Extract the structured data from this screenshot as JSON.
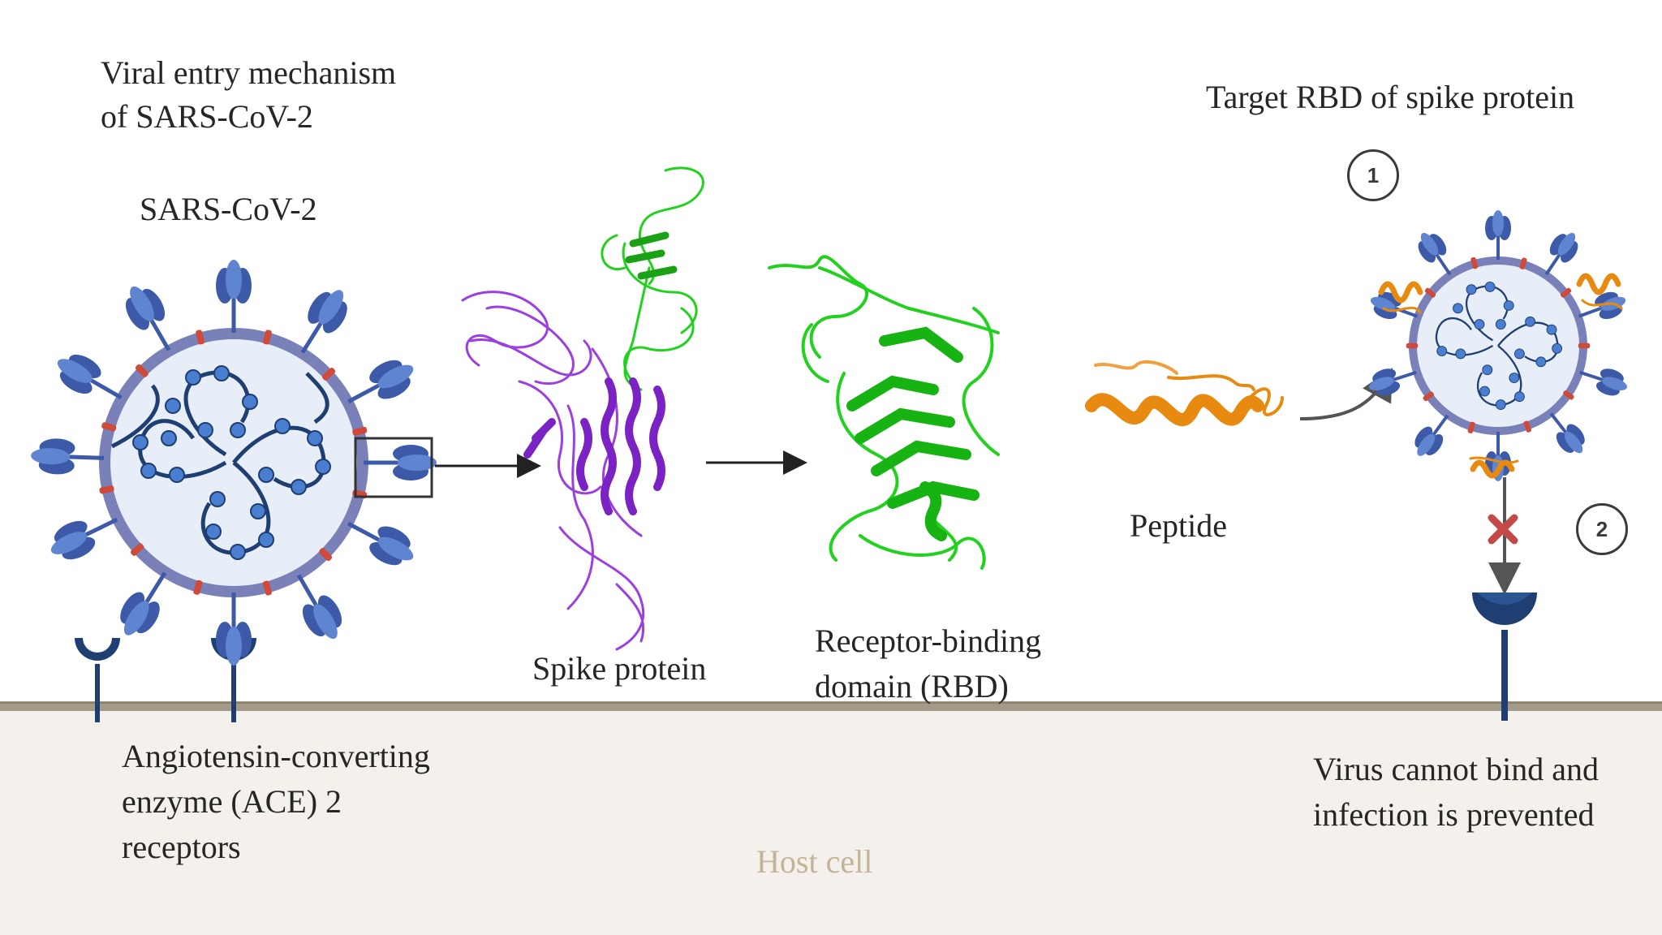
{
  "title": {
    "line1": "Viral entry mechanism",
    "line2": "of SARS-CoV-2"
  },
  "virus_label": "SARS-CoV-2",
  "spike_label": "Spike protein",
  "rbd_label": {
    "line1": "Receptor-binding",
    "line2": "domain (RBD)"
  },
  "peptide_label": "Peptide",
  "target_label": "Target RBD of spike protein",
  "steps": [
    "1",
    "2"
  ],
  "ace2_label": {
    "line1": "Angiotensin-converting",
    "line2": "enzyme (ACE) 2",
    "line3": "receptors"
  },
  "outcome_label": {
    "line1": "Virus cannot bind and",
    "line2": "infection is prevented"
  },
  "host_cell_label": "Host cell",
  "colors": {
    "membrane": "#a39a87",
    "host_cell_fill": "#f4f1ec",
    "virus_envelope": "#7a80b8",
    "virus_interior": "#e8eef7",
    "spike": "#3d5aa8",
    "spike_light": "#5f84d0",
    "receptor": "#1f3f73",
    "spike_protein_purple": "#9b3fe0",
    "rbd_green": "#22d11e",
    "peptide_orange": "#e88a10",
    "block_x": "#c44a4a"
  }
}
